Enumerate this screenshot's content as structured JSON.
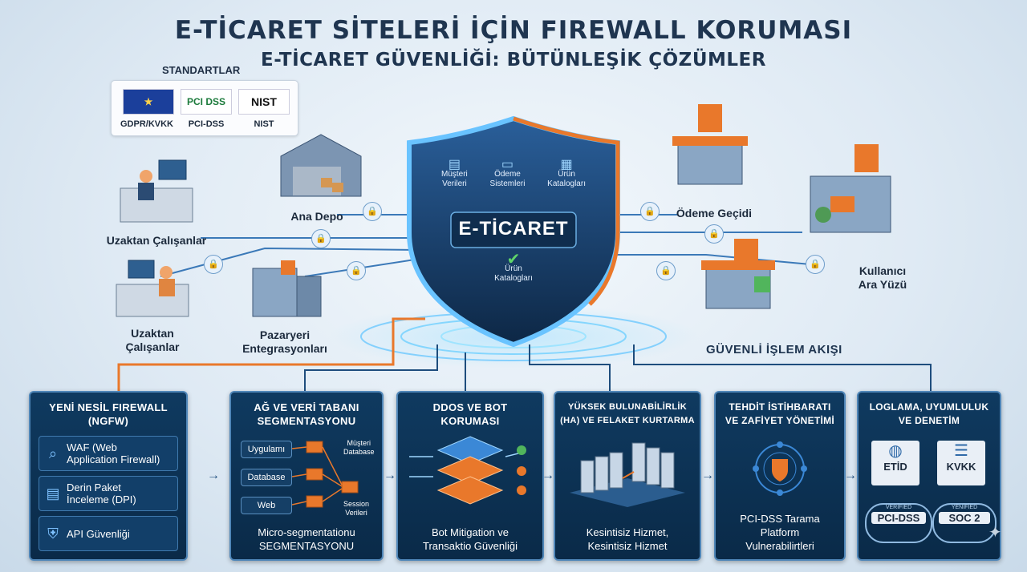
{
  "header": {
    "title": "E-TİCARET SİTELERİ İÇİN FIREWALL KORUMASI",
    "subtitle": "E-TİCARET GÜVENLİĞİ: BÜTÜNLEŞİK ÇÖZÜMLER"
  },
  "standards": {
    "label": "STANDARTLAR",
    "items": [
      {
        "name": "GDPR/KVKK",
        "logo": "eu-flag"
      },
      {
        "name": "PCI-DSS",
        "logo": "PCI DSS"
      },
      {
        "name": "NIST",
        "logo": "NIST"
      }
    ]
  },
  "left_nodes": {
    "remote_workers_1": "Uzaktan Çalışanlar",
    "warehouse": "Ana Depo",
    "remote_workers_2": [
      "Uzaktan",
      "Çalışanlar"
    ],
    "marketplace": [
      "Pazaryeri",
      "Entegrasyonları"
    ]
  },
  "right_nodes": {
    "payment_gateway": "Ödeme Geçidi",
    "user_interface": [
      "Kullanıcı",
      "Ara Yüzü"
    ]
  },
  "shield": {
    "label": "E-TİCARET",
    "items": [
      {
        "text": [
          "Müşteri",
          "Verileri"
        ],
        "icon": "document-icon"
      },
      {
        "text": [
          "Ödeme",
          "Sistemleri"
        ],
        "icon": "card-icon"
      },
      {
        "text": [
          "Ürün",
          "Katalogları"
        ],
        "icon": "grid-icon"
      }
    ],
    "bottom_item": [
      "Ürün",
      "Katalogları"
    ]
  },
  "flow_label": "GÜVENLİ İŞLEM AKIŞI",
  "panels": [
    {
      "title": [
        "YENİ NESİL FIREWALL",
        "(NGFW)"
      ],
      "features": [
        {
          "text": [
            "WAF (Web",
            "Application Firewall)"
          ],
          "icon": "search-wave-icon"
        },
        {
          "text": [
            "Derin Paket",
            "İnceleme (DPI)"
          ],
          "icon": "packet-icon"
        },
        {
          "text": [
            "API Güvenliği"
          ],
          "icon": "shield-icon"
        }
      ]
    },
    {
      "title": [
        "AĞ VE VERİ TABANI",
        "SEGMENTASYONU"
      ],
      "segments": [
        "Uygulamı",
        "Database",
        "Web"
      ],
      "targets": [
        [
          "Müşteri",
          "Database"
        ],
        [
          "Session",
          "Verileri"
        ]
      ],
      "footer": [
        "Micro-segmentationu",
        "SEGMENTASYONU"
      ]
    },
    {
      "title": [
        "DDOS VE BOT",
        "KORUMASI"
      ],
      "footer": [
        "Bot Mitigation ve",
        "Transaktio Güvenliği"
      ]
    },
    {
      "title": [
        "YÜKSEK BULUNABİLİRLİK",
        "(HA) VE FELAKET KURTARMA"
      ],
      "footer": [
        "Kesintisiz Hizmet,",
        "Kesintisiz Hizmet"
      ]
    },
    {
      "title": [
        "TEHDİT İSTİHBARATI",
        "VE ZAFİYET YÖNETİMİ"
      ],
      "footer": [
        "PCI-DSS Tarama",
        "Platform",
        "Vulnerabilirtleri"
      ]
    },
    {
      "title": [
        "LOGLAMA, UYUMLULUK",
        "VE DENETİM"
      ],
      "docs": [
        "ETİD",
        "KVKK"
      ],
      "badges": [
        {
          "text": "PCI-DSS",
          "ring": "VERİFİED"
        },
        {
          "text": "SOC 2",
          "ring": "YENİFİED"
        }
      ]
    }
  ],
  "colors": {
    "panel_bg": "#0f3a60",
    "accent_orange": "#e9782b",
    "accent_blue": "#2f8fe0",
    "title": "#1f3550"
  }
}
